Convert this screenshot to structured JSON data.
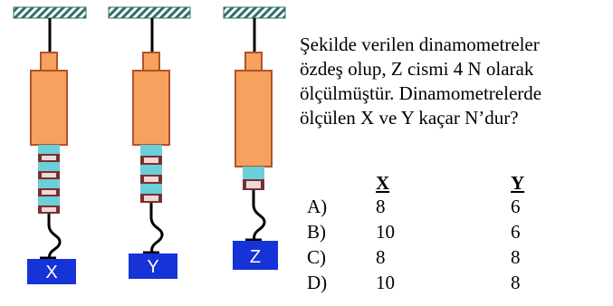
{
  "question": {
    "lines": [
      "Şekilde verilen dinamometreler",
      "özdeş olup, Z cismi 4 N olarak",
      "ölçülmüştür. Dinamometrelerde",
      "ölçülen X ve Y kaçar N’dur?"
    ]
  },
  "table": {
    "headers": {
      "x": "X",
      "y": "Y"
    },
    "options": [
      {
        "label": "A)",
        "x": "8",
        "y": "6"
      },
      {
        "label": "B)",
        "x": "10",
        "y": "6"
      },
      {
        "label": "C)",
        "x": "8",
        "y": "8"
      },
      {
        "label": "D)",
        "x": "10",
        "y": "8"
      }
    ]
  },
  "figure": {
    "blocks": [
      {
        "label": "X"
      },
      {
        "label": "Y"
      },
      {
        "label": "Z"
      }
    ],
    "colors": {
      "ceiling_hatch": "#2f6f6a",
      "body": "#f6a15e",
      "body_stroke": "#b2522a",
      "spring_band": "#7a2f2f",
      "spring_gap": "#69cfd9",
      "block": "#1533d6",
      "rod": "#000000"
    }
  }
}
